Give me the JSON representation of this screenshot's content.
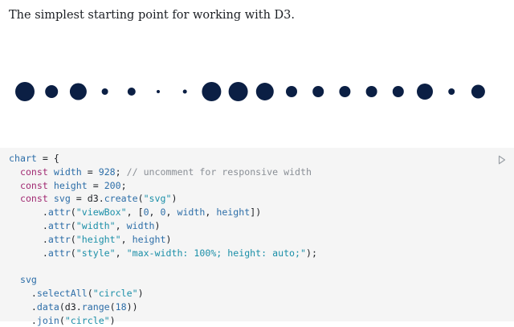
{
  "intro": {
    "text": "The simplest starting point for working with D3."
  },
  "colors": {
    "circle_fill": "#0b1f44",
    "code_bg": "#f5f5f5"
  },
  "chart_data": {
    "type": "scatter",
    "description_points": "18 circles evenly spaced along one row; radius encodes value",
    "x": [
      0,
      1,
      2,
      3,
      4,
      5,
      6,
      7,
      8,
      9,
      10,
      11,
      12,
      13,
      14,
      15,
      16,
      17
    ],
    "r": [
      12,
      8,
      10.5,
      4,
      5,
      2,
      2.5,
      12,
      12,
      11,
      7,
      7,
      7,
      7,
      7,
      10,
      4,
      8.5
    ]
  },
  "code": {
    "run_icon": "play-triangle-icon",
    "lines": [
      [
        [
          "var",
          "chart"
        ],
        [
          "fn",
          " = {"
        ]
      ],
      [
        [
          "fn",
          "  "
        ],
        [
          "kw",
          "const"
        ],
        [
          "fn",
          " "
        ],
        [
          "var",
          "width"
        ],
        [
          "fn",
          " = "
        ],
        [
          "num",
          "928"
        ],
        [
          "fn",
          "; "
        ],
        [
          "cmt",
          "// uncomment for responsive width"
        ]
      ],
      [
        [
          "fn",
          "  "
        ],
        [
          "kw",
          "const"
        ],
        [
          "fn",
          " "
        ],
        [
          "var",
          "height"
        ],
        [
          "fn",
          " = "
        ],
        [
          "num",
          "200"
        ],
        [
          "fn",
          ";"
        ]
      ],
      [
        [
          "fn",
          "  "
        ],
        [
          "kw",
          "const"
        ],
        [
          "fn",
          " "
        ],
        [
          "var",
          "svg"
        ],
        [
          "fn",
          " = d3."
        ],
        [
          "var",
          "create"
        ],
        [
          "fn",
          "("
        ],
        [
          "str",
          "\"svg\""
        ],
        [
          "fn",
          ")"
        ]
      ],
      [
        [
          "fn",
          "      ."
        ],
        [
          "var",
          "attr"
        ],
        [
          "fn",
          "("
        ],
        [
          "str",
          "\"viewBox\""
        ],
        [
          "fn",
          ", ["
        ],
        [
          "num",
          "0"
        ],
        [
          "fn",
          ", "
        ],
        [
          "num",
          "0"
        ],
        [
          "fn",
          ", "
        ],
        [
          "var",
          "width"
        ],
        [
          "fn",
          ", "
        ],
        [
          "var",
          "height"
        ],
        [
          "fn",
          "])"
        ]
      ],
      [
        [
          "fn",
          "      ."
        ],
        [
          "var",
          "attr"
        ],
        [
          "fn",
          "("
        ],
        [
          "str",
          "\"width\""
        ],
        [
          "fn",
          ", "
        ],
        [
          "var",
          "width"
        ],
        [
          "fn",
          ")"
        ]
      ],
      [
        [
          "fn",
          "      ."
        ],
        [
          "var",
          "attr"
        ],
        [
          "fn",
          "("
        ],
        [
          "str",
          "\"height\""
        ],
        [
          "fn",
          ", "
        ],
        [
          "var",
          "height"
        ],
        [
          "fn",
          ")"
        ]
      ],
      [
        [
          "fn",
          "      ."
        ],
        [
          "var",
          "attr"
        ],
        [
          "fn",
          "("
        ],
        [
          "str",
          "\"style\""
        ],
        [
          "fn",
          ", "
        ],
        [
          "str",
          "\"max-width: 100%; height: auto;\""
        ],
        [
          "fn",
          ");"
        ]
      ],
      [
        [
          "fn",
          ""
        ]
      ],
      [
        [
          "fn",
          "  "
        ],
        [
          "var",
          "svg"
        ]
      ],
      [
        [
          "fn",
          "    ."
        ],
        [
          "var",
          "selectAll"
        ],
        [
          "fn",
          "("
        ],
        [
          "str",
          "\"circle\""
        ],
        [
          "fn",
          ")"
        ]
      ],
      [
        [
          "fn",
          "    ."
        ],
        [
          "var",
          "data"
        ],
        [
          "fn",
          "(d3."
        ],
        [
          "var",
          "range"
        ],
        [
          "fn",
          "("
        ],
        [
          "num",
          "18"
        ],
        [
          "fn",
          "))"
        ]
      ],
      [
        [
          "fn",
          "    ."
        ],
        [
          "var",
          "join"
        ],
        [
          "fn",
          "("
        ],
        [
          "str",
          "\"circle\""
        ],
        [
          "fn",
          ")"
        ]
      ]
    ]
  }
}
